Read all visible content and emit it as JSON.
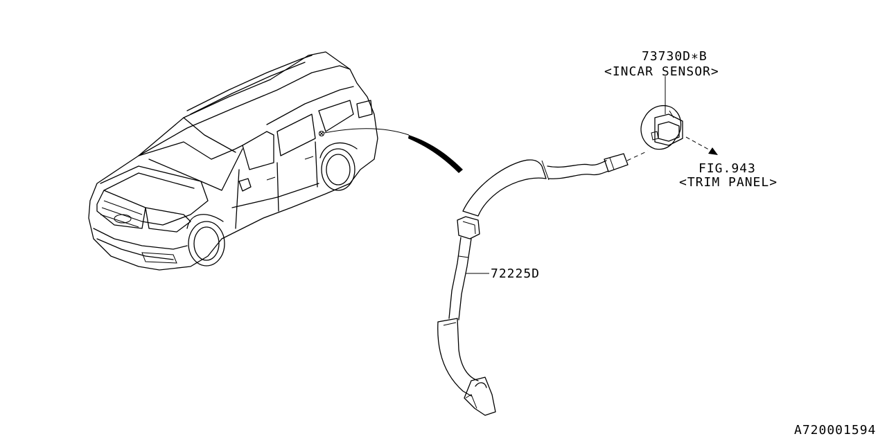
{
  "labels": {
    "sensor_part": "73730D∗B",
    "sensor_desc": "<INCAR SENSOR>",
    "fig_ref": "FIG.943",
    "fig_desc": "<TRIM PANEL>",
    "hose_part": "72225D",
    "diagram_id": "A720001594"
  }
}
